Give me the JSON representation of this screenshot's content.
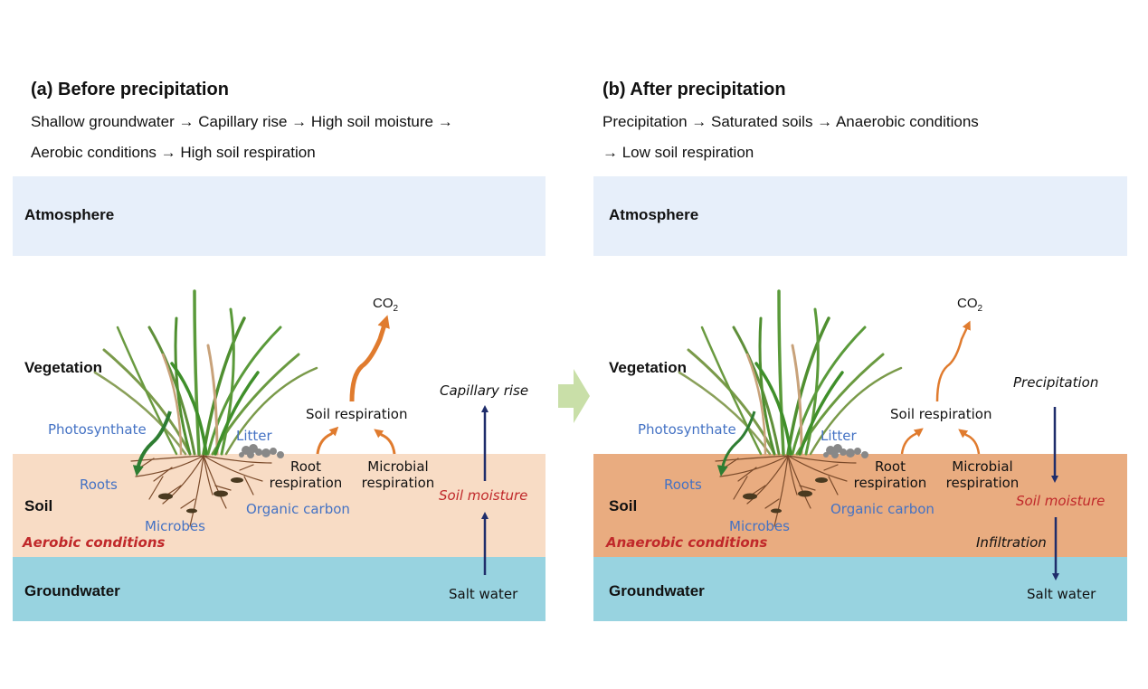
{
  "panels": [
    {
      "title": "(a) Before precipitation",
      "desc_line1": "Shallow groundwater → Capillary rise → High soil moisture →",
      "desc_line2": "Aerobic conditions → High soil respiration",
      "layers": {
        "atmosphere": "Atmosphere",
        "vegetation": "Vegetation",
        "soil": "Soil",
        "groundwater": "Groundwater"
      },
      "labels": {
        "co2": "CO",
        "co2_sub": "2",
        "soil_respiration": "Soil respiration",
        "root_respiration_1": "Root",
        "root_respiration_2": "respiration",
        "microbial_respiration_1": "Microbial",
        "microbial_respiration_2": "respiration",
        "photosynthate": "Photosynthate",
        "litter": "Litter",
        "roots": "Roots",
        "microbes": "Microbes",
        "organic_carbon": "Organic carbon",
        "condition": "Aerobic conditions",
        "soil_moisture": "Soil moisture",
        "water_flow": "Capillary rise",
        "salt_water": "Salt water"
      },
      "colors": {
        "soil": "#f8dcc5"
      }
    },
    {
      "title": "(b) After precipitation",
      "desc_line1": "Precipitation → Saturated soils → Anaerobic conditions",
      "desc_line2": "→ Low soil respiration",
      "layers": {
        "atmosphere": "Atmosphere",
        "vegetation": "Vegetation",
        "soil": "Soil",
        "groundwater": "Groundwater"
      },
      "labels": {
        "co2": "CO",
        "co2_sub": "2",
        "soil_respiration": "Soil respiration",
        "root_respiration_1": "Root",
        "root_respiration_2": "respiration",
        "microbial_respiration_1": "Microbial",
        "microbial_respiration_2": "respiration",
        "photosynthate": "Photosynthate",
        "litter": "Litter",
        "roots": "Roots",
        "microbes": "Microbes",
        "organic_carbon": "Organic carbon",
        "condition": "Anaerobic conditions",
        "soil_moisture": "Soil moisture",
        "water_flow": "Precipitation",
        "infiltration": "Infiltration",
        "salt_water": "Salt water"
      },
      "colors": {
        "soil": "#e9ac80"
      }
    }
  ],
  "colors": {
    "atmosphere": "#e7effa",
    "groundwater": "#98d3e0",
    "respiration_arrow": "#e07b2e",
    "water_arrow": "#1f2d6b",
    "photosynthate_arrow": "#2e7d32",
    "transition_arrow": "#c9dfa8",
    "label_blue": "#4472c4",
    "label_red": "#c0282a"
  }
}
